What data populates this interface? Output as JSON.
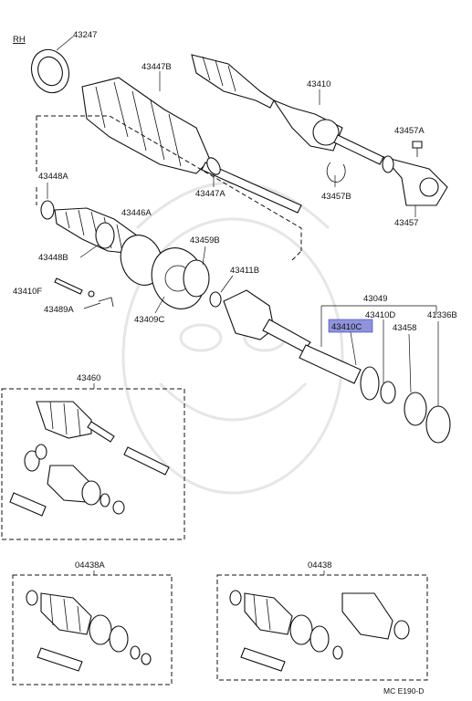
{
  "side_label": "RH",
  "labels": {
    "p43247": "43247",
    "p43447b": "43447B",
    "p43410": "43410",
    "p43457a": "43457A",
    "p43448a": "43448A",
    "p43447a": "43447A",
    "p43457b": "43457B",
    "p43457": "43457",
    "p43446a": "43446A",
    "p43459b": "43459B",
    "p43448b": "43448B",
    "p43411b": "43411B",
    "p43410f": "43410F",
    "p43489a": "43489A",
    "p43409c": "43409C",
    "p43049": "43049",
    "p43410c": "43410C",
    "p43410d": "43410D",
    "p41336b": "41336B",
    "p43458": "43458",
    "p43460": "43460",
    "p04438a": "04438A",
    "p04438": "04438"
  },
  "footer_code": "MC  E190-D",
  "colors": {
    "highlight": "#8f93dc",
    "ink": "#111111"
  }
}
